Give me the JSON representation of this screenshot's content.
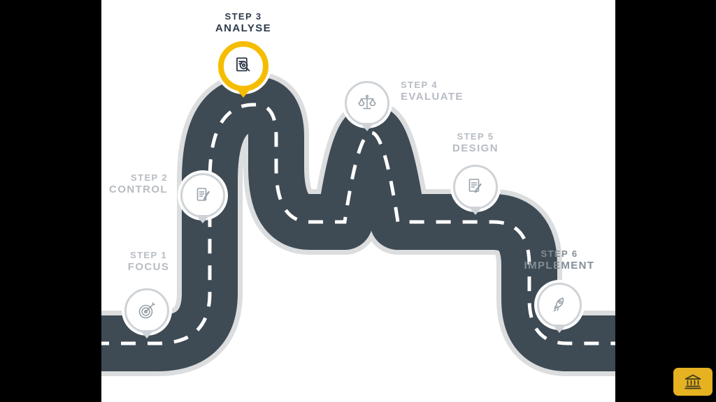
{
  "slide": {
    "steps": [
      {
        "step_label": "STEP 1",
        "title": "FOCUS",
        "icon": "target-arrow-icon"
      },
      {
        "step_label": "STEP 2",
        "title": "CONTROL",
        "icon": "clipboard-pen-icon"
      },
      {
        "step_label": "STEP 3",
        "title": "ANALYSE",
        "icon": "document-magnifier-icon",
        "active": true
      },
      {
        "step_label": "STEP 4",
        "title": "EVALUATE",
        "icon": "balance-scales-icon"
      },
      {
        "step_label": "STEP 5",
        "title": "DESIGN",
        "icon": "document-pencil-icon"
      },
      {
        "step_label": "STEP 6",
        "title": "IMPLEMENT",
        "icon": "rocket-icon"
      }
    ],
    "colors": {
      "road": "#3E4A54",
      "road_outline": "#DBDDDE",
      "center_dash": "#FFFFFF",
      "active_accent": "#F6BD00",
      "pin_ring": "#CFD3D7",
      "icon_stroke": "#98A1A9",
      "label_muted": "#B7BCC3",
      "label_active": "#2E3A4C",
      "label_step6": "#858E98",
      "letterbox": "#000000",
      "button_yellow": "#E6B222"
    }
  },
  "toolbar": {
    "bank_button_icon": "bank-icon"
  }
}
